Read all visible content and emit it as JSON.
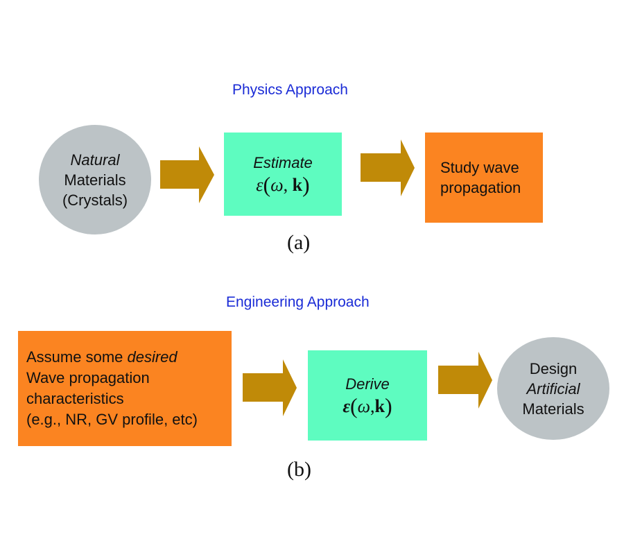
{
  "colors": {
    "heading": "#1a2bd6",
    "ellipse": "#bcc3c6",
    "process_box": "#5efcc0",
    "output_box": "#fb8421",
    "arrow": "#c08a08"
  },
  "panel_a": {
    "heading": "Physics Approach",
    "caption": "(a)",
    "start": {
      "line1_italic": "Natural",
      "line2": "Materials",
      "line3": "(Crystals)"
    },
    "process": {
      "label_italic": "Estimate",
      "math_symbol": "ε",
      "math_omega": "ω",
      "math_k": "k"
    },
    "end": {
      "line1": "Study wave",
      "line2": "propagation"
    }
  },
  "panel_b": {
    "heading": "Engineering Approach",
    "caption": "(b)",
    "start": {
      "line1_prefix": "Assume some ",
      "line1_italic": "desired",
      "line2": "Wave propagation",
      "line3": "characteristics",
      "line4": "(e.g., NR, GV profile, etc)"
    },
    "process": {
      "label_italic": "Derive",
      "math_symbol": "ε",
      "math_omega": "ω",
      "math_k": "k"
    },
    "end": {
      "line1": "Design",
      "line2_italic": "Artificial",
      "line3": "Materials"
    }
  }
}
